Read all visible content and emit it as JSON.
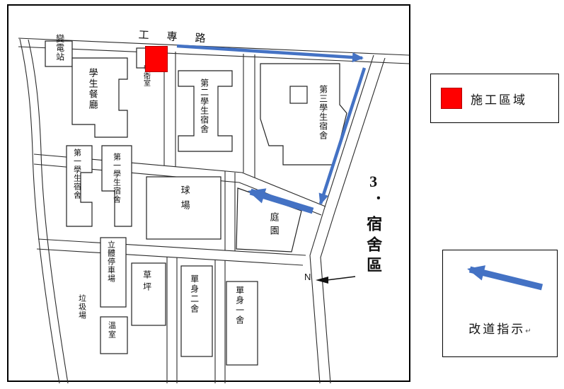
{
  "colors": {
    "construction": "#ff0000",
    "arrow": "#4472c4"
  },
  "map": {
    "road_label": "工專路",
    "labels": {
      "transformer": "變電站",
      "guard_room": "警衛室",
      "cafeteria": "學生餐廳",
      "dorm2": "第二學生宿舍",
      "dorm3": "第三學生宿舍",
      "dorm1_left": "第一學生宿舍",
      "dorm1_right": "第一學生宿舍",
      "ball_field": "球場",
      "garden": "庭園",
      "parking_garage": "立體停車場",
      "lawn": "草坪",
      "garbage_yard": "垃圾場",
      "greenhouse": "溫室",
      "single_dorm_2": "單身二舍",
      "single_dorm_1": "單身一舍",
      "north": "N",
      "area": "3．宿舍區"
    }
  },
  "legend": {
    "construction_label": "施工區域",
    "detour_label": "改道指示",
    "detour_mark": "↵"
  }
}
